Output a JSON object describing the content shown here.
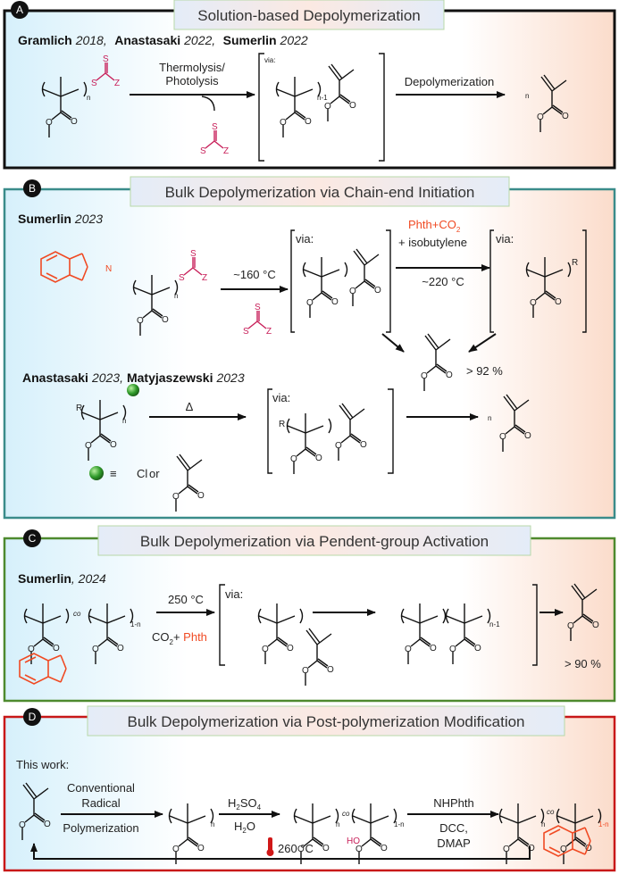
{
  "atoms": {
    "O": "O",
    "S": "S",
    "Z": "Z",
    "R": "R",
    "N": "N",
    "HO": "HO",
    "n": "n",
    "n1": "n-1",
    "1n": "1-n",
    "co": "co",
    "via": "via:"
  },
  "panels": [
    {
      "letter": "A",
      "title": "Solution-based Depolymerization",
      "color": "#111111",
      "refs": [
        {
          "author": "Gramlich",
          "year": "2018,"
        },
        {
          "author": "Anastasaki",
          "year": "2022,"
        },
        {
          "author": "Sumerlin",
          "year": "2022"
        }
      ],
      "arrow1": [
        "Thermolysis/",
        "Photolysis"
      ],
      "arrow2": "Depolymerization"
    },
    {
      "letter": "B",
      "title": "Bulk Depolymerization via Chain-end Initiation",
      "color": "#3a8c8a",
      "ref1": {
        "author": "Sumerlin",
        "year": "2023"
      },
      "arrow1": "~160 °C",
      "byproduct": [
        "Phth+",
        "CO",
        "2",
        "+ isobutylene"
      ],
      "arrow2": "~220 °C",
      "yield": "> 92 %",
      "ref2": [
        {
          "author": "Anastasaki",
          "year": "2023,"
        },
        {
          "author": "Matyjaszewski",
          "year": "2023"
        }
      ],
      "arrow3": "Δ",
      "legend": {
        "equiv": "≡",
        "cl": "Cl",
        "or": "or"
      }
    },
    {
      "letter": "C",
      "title": "Bulk Depolymerization via Pendent-group Activation",
      "color": "#4e8a2e",
      "ref": {
        "author": "Sumerlin",
        "year": ", 2024"
      },
      "arrow1": "250 °C",
      "byproduct": [
        "CO",
        "2",
        "+ ",
        "Phth"
      ],
      "yield": "> 90 %"
    },
    {
      "letter": "D",
      "title": "Bulk Depolymerization via Post-polymerization Modification",
      "color": "#c81818",
      "this_work": "This work:",
      "arrow1": [
        "Conventional",
        "Radical",
        "Polymerization"
      ],
      "arrow2": [
        "H",
        "2",
        "SO",
        "4",
        "H",
        "2",
        "O"
      ],
      "arrow3": [
        "NHPhth",
        "DCC,",
        "DMAP"
      ],
      "return": "260 °C"
    }
  ]
}
